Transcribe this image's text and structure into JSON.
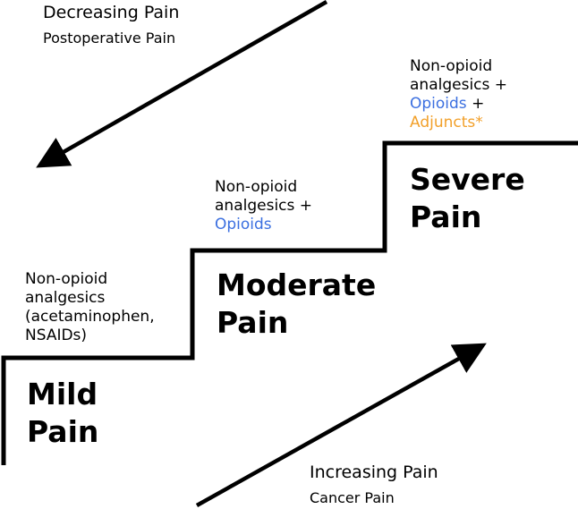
{
  "decreasing": {
    "title": "Decreasing Pain",
    "subtitle": "Postoperative Pain"
  },
  "increasing": {
    "title": "Increasing Pain",
    "subtitle": "Cancer Pain"
  },
  "steps": [
    {
      "level_line1": "Mild",
      "level_line2": "Pain",
      "drugs": [
        "Non-opioid",
        "analgesics",
        "(acetaminophen,",
        "NSAIDs)"
      ]
    },
    {
      "level_line1": "Moderate",
      "level_line2": "Pain",
      "drugs": [
        "Non-opioid",
        "analgesics +"
      ],
      "opioids": "Opioids"
    },
    {
      "level_line1": "Severe",
      "level_line2": "Pain",
      "drugs": [
        "Non-opioid",
        "analgesics +"
      ],
      "opioids": "Opioids",
      "opioids_suffix": " +",
      "adjuncts": "Adjuncts*"
    }
  ],
  "colors": {
    "opioids": "#3b6fe0",
    "adjuncts": "#f2a02a",
    "line": "#000000"
  }
}
